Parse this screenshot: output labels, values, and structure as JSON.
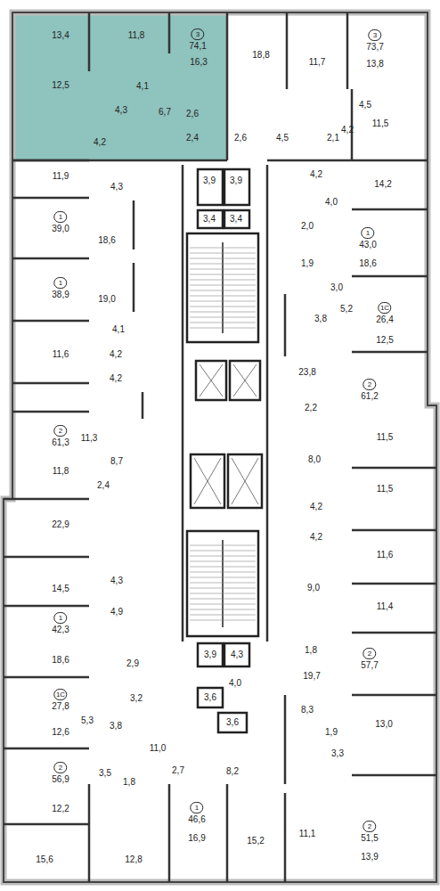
{
  "diagram": {
    "nodes": [
      {
        "text": [
          "3",
          "74,1"
        ]
      },
      {
        "text": [
          "3",
          "73,7"
        ]
      },
      {
        "text": [
          "1",
          "39,0"
        ]
      },
      {
        "text": [
          "1",
          "43,0"
        ]
      },
      {
        "text": [
          "1",
          "38,9"
        ]
      },
      {
        "text": [
          "1С",
          "26,4"
        ]
      },
      {
        "text": [
          "2",
          "61,2"
        ]
      },
      {
        "text": [
          "2",
          "61,3"
        ]
      },
      {
        "text": [
          "1",
          "42,3"
        ]
      },
      {
        "text": [
          "2",
          "57,7"
        ]
      },
      {
        "text": [
          "1С",
          "27,8"
        ]
      },
      {
        "text": [
          "2",
          "56,9"
        ]
      },
      {
        "text": [
          "1",
          "46,6"
        ]
      },
      {
        "text": [
          "2",
          "51,5"
        ]
      }
    ],
    "labels": [
      "13,4",
      "11,8",
      "18,8",
      "16,3",
      "11,7",
      "13,8",
      "12,5",
      "4,1",
      "4,5",
      "4,3",
      "6,7",
      "2,6",
      "11,5",
      "4,2",
      "2,4",
      "2,6",
      "4,5",
      "2,1",
      "4,2",
      "11,9",
      "4,2",
      "3,9",
      "3,9",
      "14,2",
      "4,3",
      "4,0",
      "3,4",
      "3,4",
      "2,0",
      "18,6",
      "18,6",
      "1,9",
      "19,0",
      "3,0",
      "5,2",
      "3,8",
      "4,1",
      "12,5",
      "11,6",
      "4,2",
      "23,8",
      "4,2",
      "2,2",
      "11,5",
      "11,3",
      "8,0",
      "8,7",
      "11,8",
      "2,4",
      "11,5",
      "4,2",
      "22,9",
      "4,2",
      "11,6",
      "4,3",
      "9,0",
      "14,5",
      "11,4",
      "4,9",
      "1,8",
      "3,9",
      "4,3",
      "18,6",
      "2,9",
      "19,7",
      "4,0",
      "3,6",
      "3,2",
      "8,3",
      "5,3",
      "3,6",
      "13,0",
      "3,8",
      "1,9",
      "12,6",
      "11,0",
      "3,3",
      "2,7",
      "8,2",
      "3,5",
      "1,8",
      "12,2",
      "11,1",
      "16,9",
      "15,2",
      "13,9",
      "15,6",
      "12,8"
    ]
  }
}
